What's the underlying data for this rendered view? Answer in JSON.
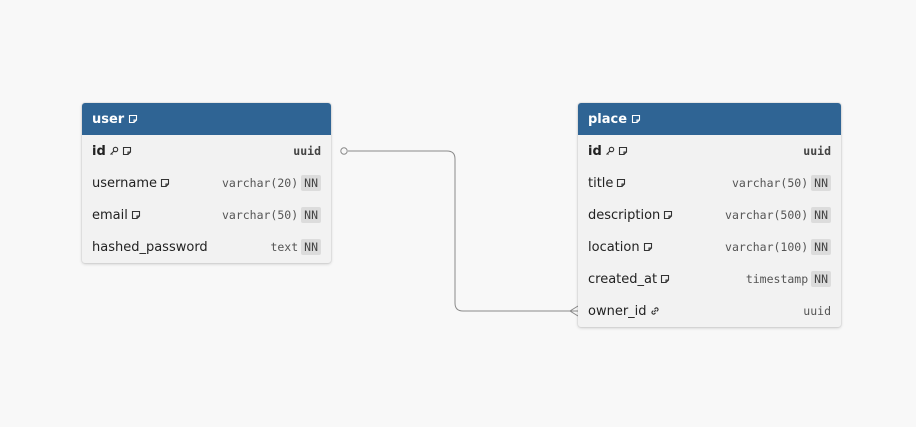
{
  "tables": [
    {
      "name": "user",
      "columns": [
        {
          "name": "id",
          "type": "uuid",
          "pk": true,
          "fk": false,
          "note": true,
          "nn": ""
        },
        {
          "name": "username",
          "type": "varchar(20)",
          "pk": false,
          "fk": false,
          "note": true,
          "nn": "NN"
        },
        {
          "name": "email",
          "type": "varchar(50)",
          "pk": false,
          "fk": false,
          "note": true,
          "nn": "NN"
        },
        {
          "name": "hashed_password",
          "type": "text",
          "pk": false,
          "fk": false,
          "note": false,
          "nn": "NN"
        }
      ]
    },
    {
      "name": "place",
      "columns": [
        {
          "name": "id",
          "type": "uuid",
          "pk": true,
          "fk": false,
          "note": true,
          "nn": ""
        },
        {
          "name": "title",
          "type": "varchar(50)",
          "pk": false,
          "fk": false,
          "note": true,
          "nn": "NN"
        },
        {
          "name": "description",
          "type": "varchar(500)",
          "pk": false,
          "fk": false,
          "note": true,
          "nn": "NN"
        },
        {
          "name": "location",
          "type": "varchar(100)",
          "pk": false,
          "fk": false,
          "note": true,
          "nn": "NN"
        },
        {
          "name": "created_at",
          "type": "timestamp",
          "pk": false,
          "fk": false,
          "note": true,
          "nn": "NN"
        },
        {
          "name": "owner_id",
          "type": "uuid",
          "pk": false,
          "fk": true,
          "note": false,
          "nn": ""
        }
      ]
    }
  ],
  "relationship": {
    "from": "user.id",
    "to": "place.owner_id",
    "from_cardinality": "one",
    "to_cardinality": "many"
  },
  "colors": {
    "header": "#2f6494",
    "body": "#f2f2f2",
    "background": "#f8f8f8",
    "line": "#8a8a8a"
  }
}
